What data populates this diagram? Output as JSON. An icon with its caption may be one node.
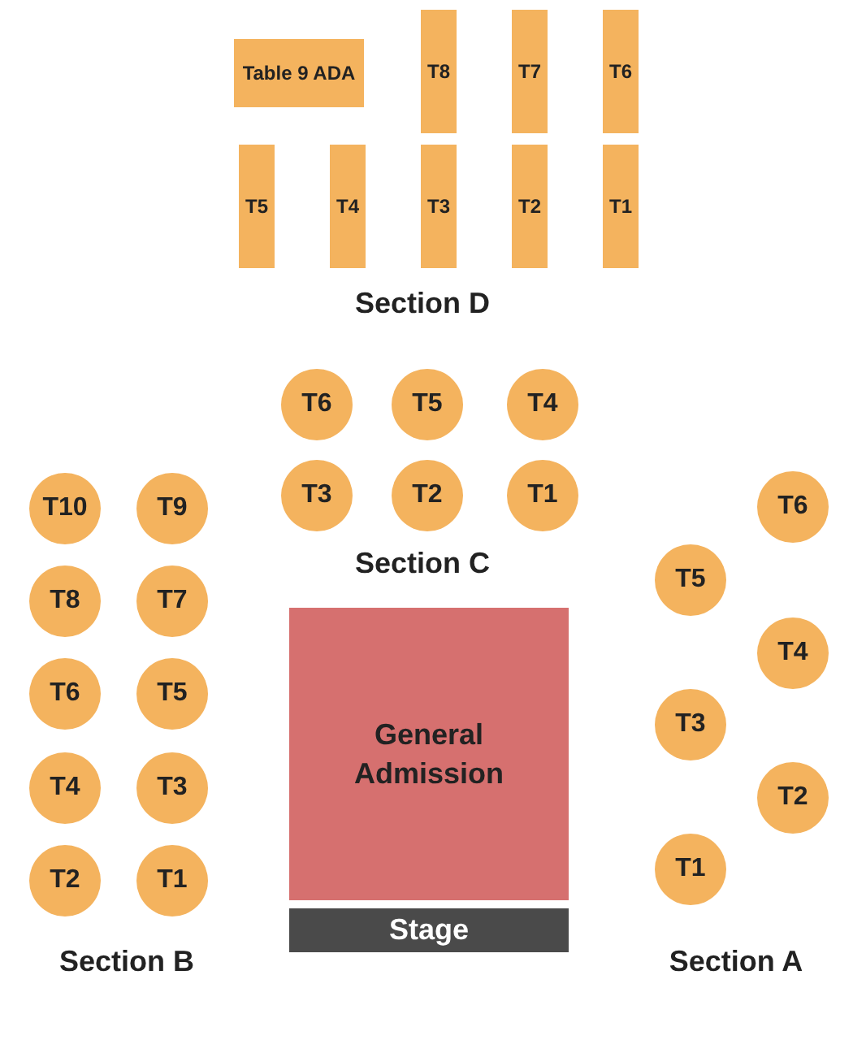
{
  "diagram": {
    "nodes": [
      {
        "text": [
          "Table 9 ADA"
        ]
      },
      {
        "text": [
          "T8"
        ]
      },
      {
        "text": [
          "T7"
        ]
      },
      {
        "text": [
          "T6"
        ]
      },
      {
        "text": [
          "T5"
        ]
      },
      {
        "text": [
          "T4"
        ]
      },
      {
        "text": [
          "T3"
        ]
      },
      {
        "text": [
          "T2"
        ]
      },
      {
        "text": [
          "T1"
        ]
      },
      {
        "text": [
          "T6"
        ]
      },
      {
        "text": [
          "T5"
        ]
      },
      {
        "text": [
          "T4"
        ]
      },
      {
        "text": [
          "T3"
        ]
      },
      {
        "text": [
          "T2"
        ]
      },
      {
        "text": [
          "T1"
        ]
      },
      {
        "text": [
          "T10"
        ]
      },
      {
        "text": [
          "T9"
        ]
      },
      {
        "text": [
          "T8"
        ]
      },
      {
        "text": [
          "T7"
        ]
      },
      {
        "text": [
          "T6"
        ]
      },
      {
        "text": [
          "T5"
        ]
      },
      {
        "text": [
          "T4"
        ]
      },
      {
        "text": [
          "T3"
        ]
      },
      {
        "text": [
          "T2"
        ]
      },
      {
        "text": [
          "T1"
        ]
      },
      {
        "text": [
          "T6"
        ]
      },
      {
        "text": [
          "T5"
        ]
      },
      {
        "text": [
          "T4"
        ]
      },
      {
        "text": [
          "T3"
        ]
      },
      {
        "text": [
          "T2"
        ]
      },
      {
        "text": [
          "T1"
        ]
      },
      {
        "text": [
          "General Admission"
        ]
      },
      {
        "text": [
          "Stage"
        ]
      }
    ],
    "labels": [
      "Section D",
      "Section C",
      "Section B",
      "Section A"
    ]
  }
}
